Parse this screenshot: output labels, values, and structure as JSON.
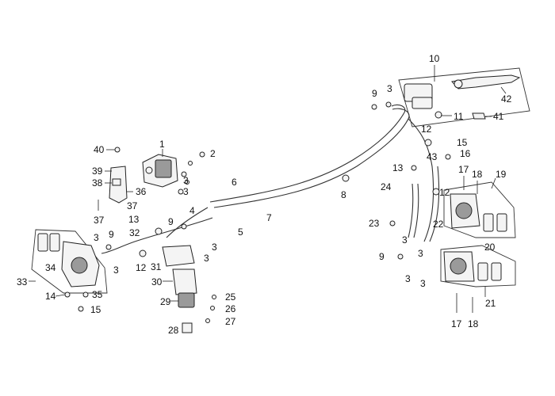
{
  "diagram": {
    "callouts": {
      "c1": "1",
      "c2": "2",
      "c3a": "3",
      "c3b": "3",
      "c3c": "3",
      "c3d": "3",
      "c3e": "3",
      "c3f": "3",
      "c3g": "3",
      "c3h": "3",
      "c3i": "3",
      "c3j": "3",
      "c3k": "3",
      "c4": "4",
      "c5": "5",
      "c6": "6",
      "c7": "7",
      "c8": "8",
      "c9a": "9",
      "c9b": "9",
      "c9c": "9",
      "c9d": "9",
      "c10": "10",
      "c11": "11",
      "c12a": "12",
      "c12b": "12",
      "c12c": "12",
      "c13a": "13",
      "c13b": "13",
      "c14": "14",
      "c15a": "15",
      "c15b": "15",
      "c16": "16",
      "c17a": "17",
      "c17b": "17",
      "c18a": "18",
      "c18b": "18",
      "c19": "19",
      "c20": "20",
      "c21": "21",
      "c22": "22",
      "c23": "23",
      "c24": "24",
      "c25": "25",
      "c26": "26",
      "c27": "27",
      "c28": "28",
      "c29": "29",
      "c30": "30",
      "c31": "31",
      "c32": "32",
      "c33": "33",
      "c34": "34",
      "c35": "35",
      "c36": "36",
      "c37a": "37",
      "c37b": "37",
      "c38": "38",
      "c39": "39",
      "c40": "40",
      "c41": "41",
      "c42": "42",
      "c43": "43"
    }
  }
}
